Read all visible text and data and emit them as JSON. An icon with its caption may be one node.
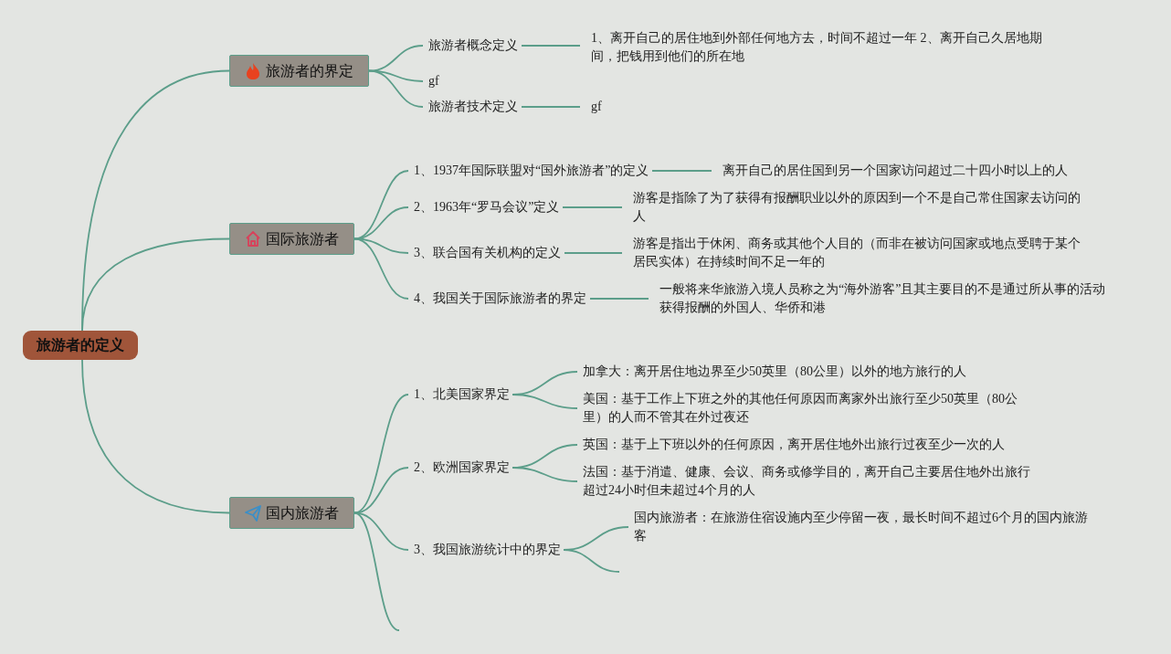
{
  "diagram": {
    "nodes": [
      {
        "text": [
          "旅游者的定义"
        ]
      },
      {
        "text": [
          "旅游者的界定"
        ]
      },
      {
        "text": [
          "旅游者概念定义"
        ]
      },
      {
        "text": [
          "1、离开自己的居住地到外部任何地方去，时间不超过一年 2、离开自己久居地期间，把钱用到他们的所在地"
        ]
      },
      {
        "text": [
          "gf"
        ]
      },
      {
        "text": [
          "旅游者技术定义"
        ]
      },
      {
        "text": [
          "gf"
        ]
      },
      {
        "text": [
          "国际旅游者"
        ]
      },
      {
        "text": [
          "1、1937年国际联盟对“国外旅游者”的定义"
        ]
      },
      {
        "text": [
          "离开自己的居住国到另一个国家访问超过二十四小时以上的人"
        ]
      },
      {
        "text": [
          "2、1963年“罗马会议”定义"
        ]
      },
      {
        "text": [
          "游客是指除了为了获得有报酬职业以外的原因到一个不是自己常住国家去访问的人"
        ]
      },
      {
        "text": [
          "3、联合国有关机构的定义"
        ]
      },
      {
        "text": [
          "游客是指出于休闲、商务或其他个人目的（而非在被访问国家或地点受聘于某个居民实体）在持续时间不足一年的"
        ]
      },
      {
        "text": [
          "4、我国关于国际旅游者的界定"
        ]
      },
      {
        "text": [
          "一般将来华旅游入境人员称之为“海外游客”且其主要目的不是通过所从事的活动获得报酬的外国人、华侨和港"
        ]
      },
      {
        "text": [
          "国内旅游者"
        ]
      },
      {
        "text": [
          "1、北美国家界定"
        ]
      },
      {
        "text": [
          "加拿大：离开居住地边界至少50英里（80公里）以外的地方旅行的人"
        ]
      },
      {
        "text": [
          "美国：基于工作上下班之外的其他任何原因而离家外出旅行至少50英里（80公里）的人而不管其在外过夜还"
        ]
      },
      {
        "text": [
          "2、欧洲国家界定"
        ]
      },
      {
        "text": [
          "英国：基于上下班以外的任何原因，离开居住地外出旅行过夜至少一次的人"
        ]
      },
      {
        "text": [
          "法国：基于消遣、健康、会议、商务或修学目的，离开自己主要居住地外出旅行超过24小时但未超过4个月的人"
        ]
      },
      {
        "text": [
          "3、我国旅游统计中的界定"
        ]
      },
      {
        "text": [
          "国内旅游者：在旅游住宿设施内至少停留一夜，最长时间不超过6个月的国内旅游客"
        ]
      }
    ],
    "edges": [
      {
        "from": 0,
        "to": 1,
        "arrow": "none"
      },
      {
        "from": 1,
        "to": 2,
        "arrow": "none"
      },
      {
        "from": 2,
        "to": 3,
        "arrow": "none"
      },
      {
        "from": 1,
        "to": 4,
        "arrow": "none"
      },
      {
        "from": 1,
        "to": 5,
        "arrow": "none"
      },
      {
        "from": 5,
        "to": 6,
        "arrow": "none"
      },
      {
        "from": 0,
        "to": 7,
        "arrow": "none"
      },
      {
        "from": 7,
        "to": 8,
        "arrow": "none"
      },
      {
        "from": 8,
        "to": 9,
        "arrow": "none"
      },
      {
        "from": 7,
        "to": 10,
        "arrow": "none"
      },
      {
        "from": 10,
        "to": 11,
        "arrow": "none"
      },
      {
        "from": 7,
        "to": 12,
        "arrow": "none"
      },
      {
        "from": 12,
        "to": 13,
        "arrow": "none"
      },
      {
        "from": 7,
        "to": 14,
        "arrow": "none"
      },
      {
        "from": 14,
        "to": 15,
        "arrow": "none"
      },
      {
        "from": 0,
        "to": 16,
        "arrow": "none"
      },
      {
        "from": 16,
        "to": 17,
        "arrow": "none"
      },
      {
        "from": 17,
        "to": 18,
        "arrow": "none"
      },
      {
        "from": 17,
        "to": 19,
        "arrow": "none"
      },
      {
        "from": 16,
        "to": 20,
        "arrow": "none"
      },
      {
        "from": 20,
        "to": 21,
        "arrow": "none"
      },
      {
        "from": 20,
        "to": 22,
        "arrow": "none"
      },
      {
        "from": 16,
        "to": 23,
        "arrow": "none"
      },
      {
        "from": 23,
        "to": 24,
        "arrow": "none"
      },
      {
        "from": 23,
        "to": null,
        "arrow": "none"
      },
      {
        "from": 16,
        "to": null,
        "arrow": "none"
      }
    ]
  }
}
